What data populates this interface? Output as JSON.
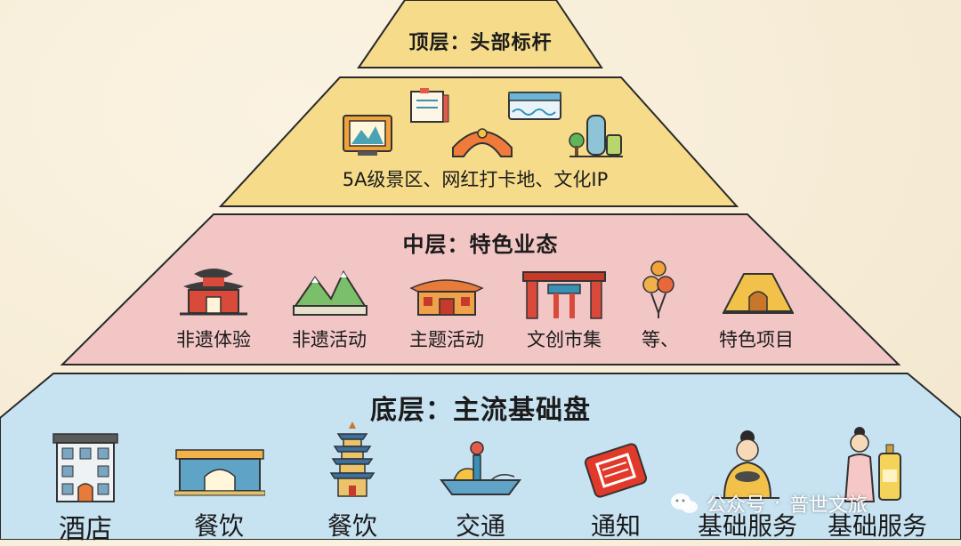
{
  "tiers": {
    "top": {
      "title": "顶层：头部标杆",
      "subtitle": "5A级景区、网红打卡地、文化IP",
      "icons": [
        "frame-icon",
        "signboard-icon",
        "arch-bridge-icon",
        "river-icon",
        "tower-trees-icon"
      ]
    },
    "middle": {
      "title": "中层：特色业态",
      "items": [
        {
          "label": "非遗体验",
          "icon": "pavilion-icon"
        },
        {
          "label": "非遗活动",
          "icon": "mountains-icon"
        },
        {
          "label": "主题活动",
          "icon": "temple-icon"
        },
        {
          "label": "文创市集",
          "icon": "gate-icon"
        },
        {
          "label": "等、",
          "icon": "lantern-icon"
        },
        {
          "label": "特色项目",
          "icon": "tent-icon"
        }
      ]
    },
    "bottom": {
      "title": "底层：主流基础盘",
      "items": [
        {
          "label": "酒店",
          "icon": "hotel-icon"
        },
        {
          "label": "餐饮",
          "icon": "palace-gate-icon"
        },
        {
          "label": "餐饮",
          "icon": "pagoda-icon"
        },
        {
          "label": "交通",
          "icon": "boat-icon"
        },
        {
          "label": "通知",
          "icon": "ticket-icon"
        },
        {
          "label": "基础服务",
          "icon": "person-bowl-icon"
        },
        {
          "label": "基础服务",
          "icon": "person-bottle-icon"
        }
      ]
    }
  },
  "colors": {
    "top": "#f6dc8a",
    "middle": "#f3c6c6",
    "bottom": "#c7e2f1",
    "outline": "#2a2a2a"
  },
  "watermark": {
    "channel": "公众号",
    "separator": "·",
    "name": "普世文旅"
  }
}
